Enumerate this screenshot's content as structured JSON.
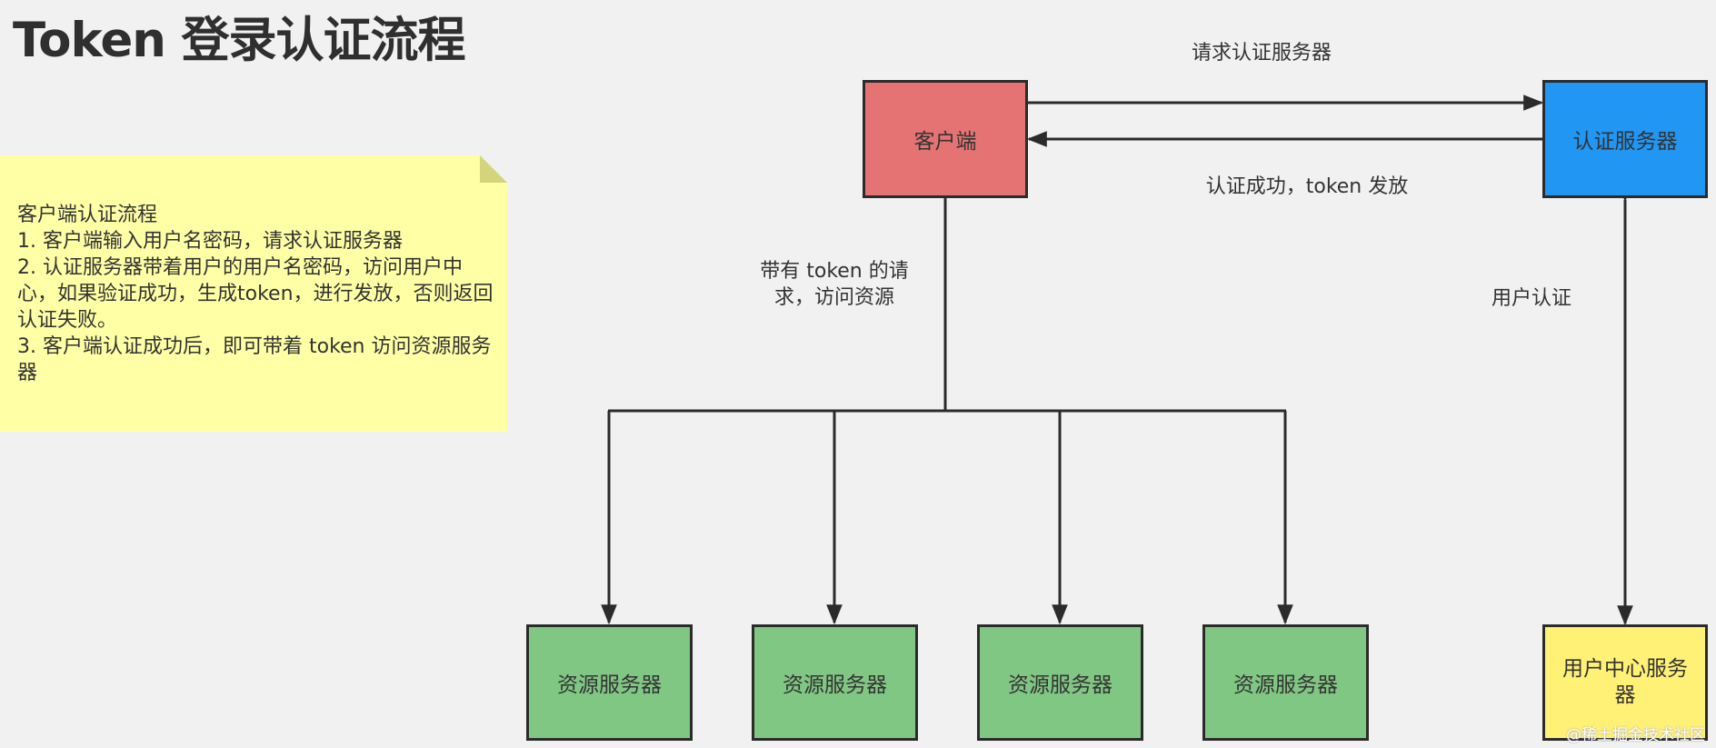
{
  "title": "Token 登录认证流程",
  "note": {
    "heading": "客户端认证流程",
    "lines": [
      "1. 客户端输入用户名密码，请求认证服务器",
      "2. 认证服务器带着用户的用户名密码，访问用户中心，如果验证成功，生成token，进行发放，否则返回认证失败。",
      "3. 客户端认证成功后，即可带着 token 访问资源服务器"
    ]
  },
  "nodes": {
    "client": "客户端",
    "auth_server": "认证服务器",
    "resource_servers": [
      "资源服务器",
      "资源服务器",
      "资源服务器",
      "资源服务器"
    ],
    "user_center": "用户中心服务器"
  },
  "edge_labels": {
    "request_auth": "请求认证服务器",
    "auth_success": "认证成功，token 发放",
    "token_request_line1": "带有 token 的请",
    "token_request_line2": "求，访问资源",
    "user_auth": "用户认证"
  },
  "colors": {
    "client": "#e57373",
    "auth_server": "#2196f3",
    "resource_server": "#81c784",
    "user_center": "#fff176",
    "note": "#ffffa6"
  },
  "watermark": "@稀土掘金技术社区"
}
